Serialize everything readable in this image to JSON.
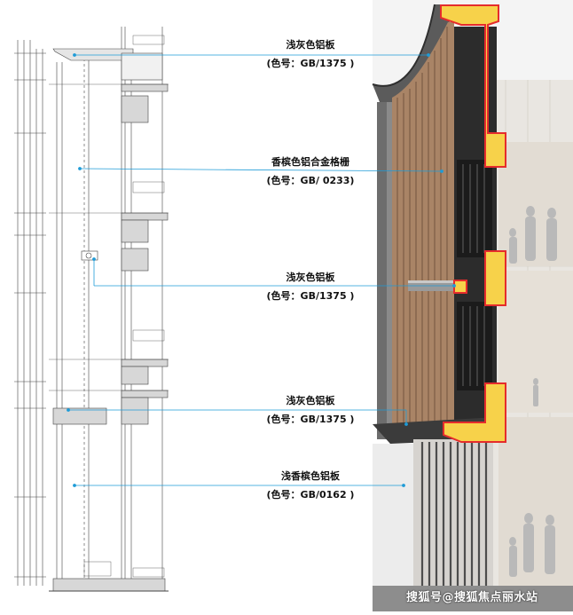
{
  "callouts": [
    {
      "name": "浅灰色铝板",
      "code": "(色号：GB/1375 )"
    },
    {
      "name": "香槟色铝合金格栅",
      "code": "(色号：GB/ 0233)"
    },
    {
      "name": "浅灰色铝板",
      "code": "(色号：GB/1375 )"
    },
    {
      "name": "浅灰色铝板",
      "code": "(色号：GB/1375 )"
    },
    {
      "name": "浅香槟色铝板",
      "code": "(色号：GB/0162 )"
    }
  ],
  "watermark": "搜狐号@搜狐焦点丽水站",
  "colors": {
    "leader": "#1e9bd7",
    "highlight": "#e52c2c",
    "highlight_fill": "#f7d24a",
    "champagne": "#a98466",
    "light_grey_panel": "#4a4a4a"
  }
}
